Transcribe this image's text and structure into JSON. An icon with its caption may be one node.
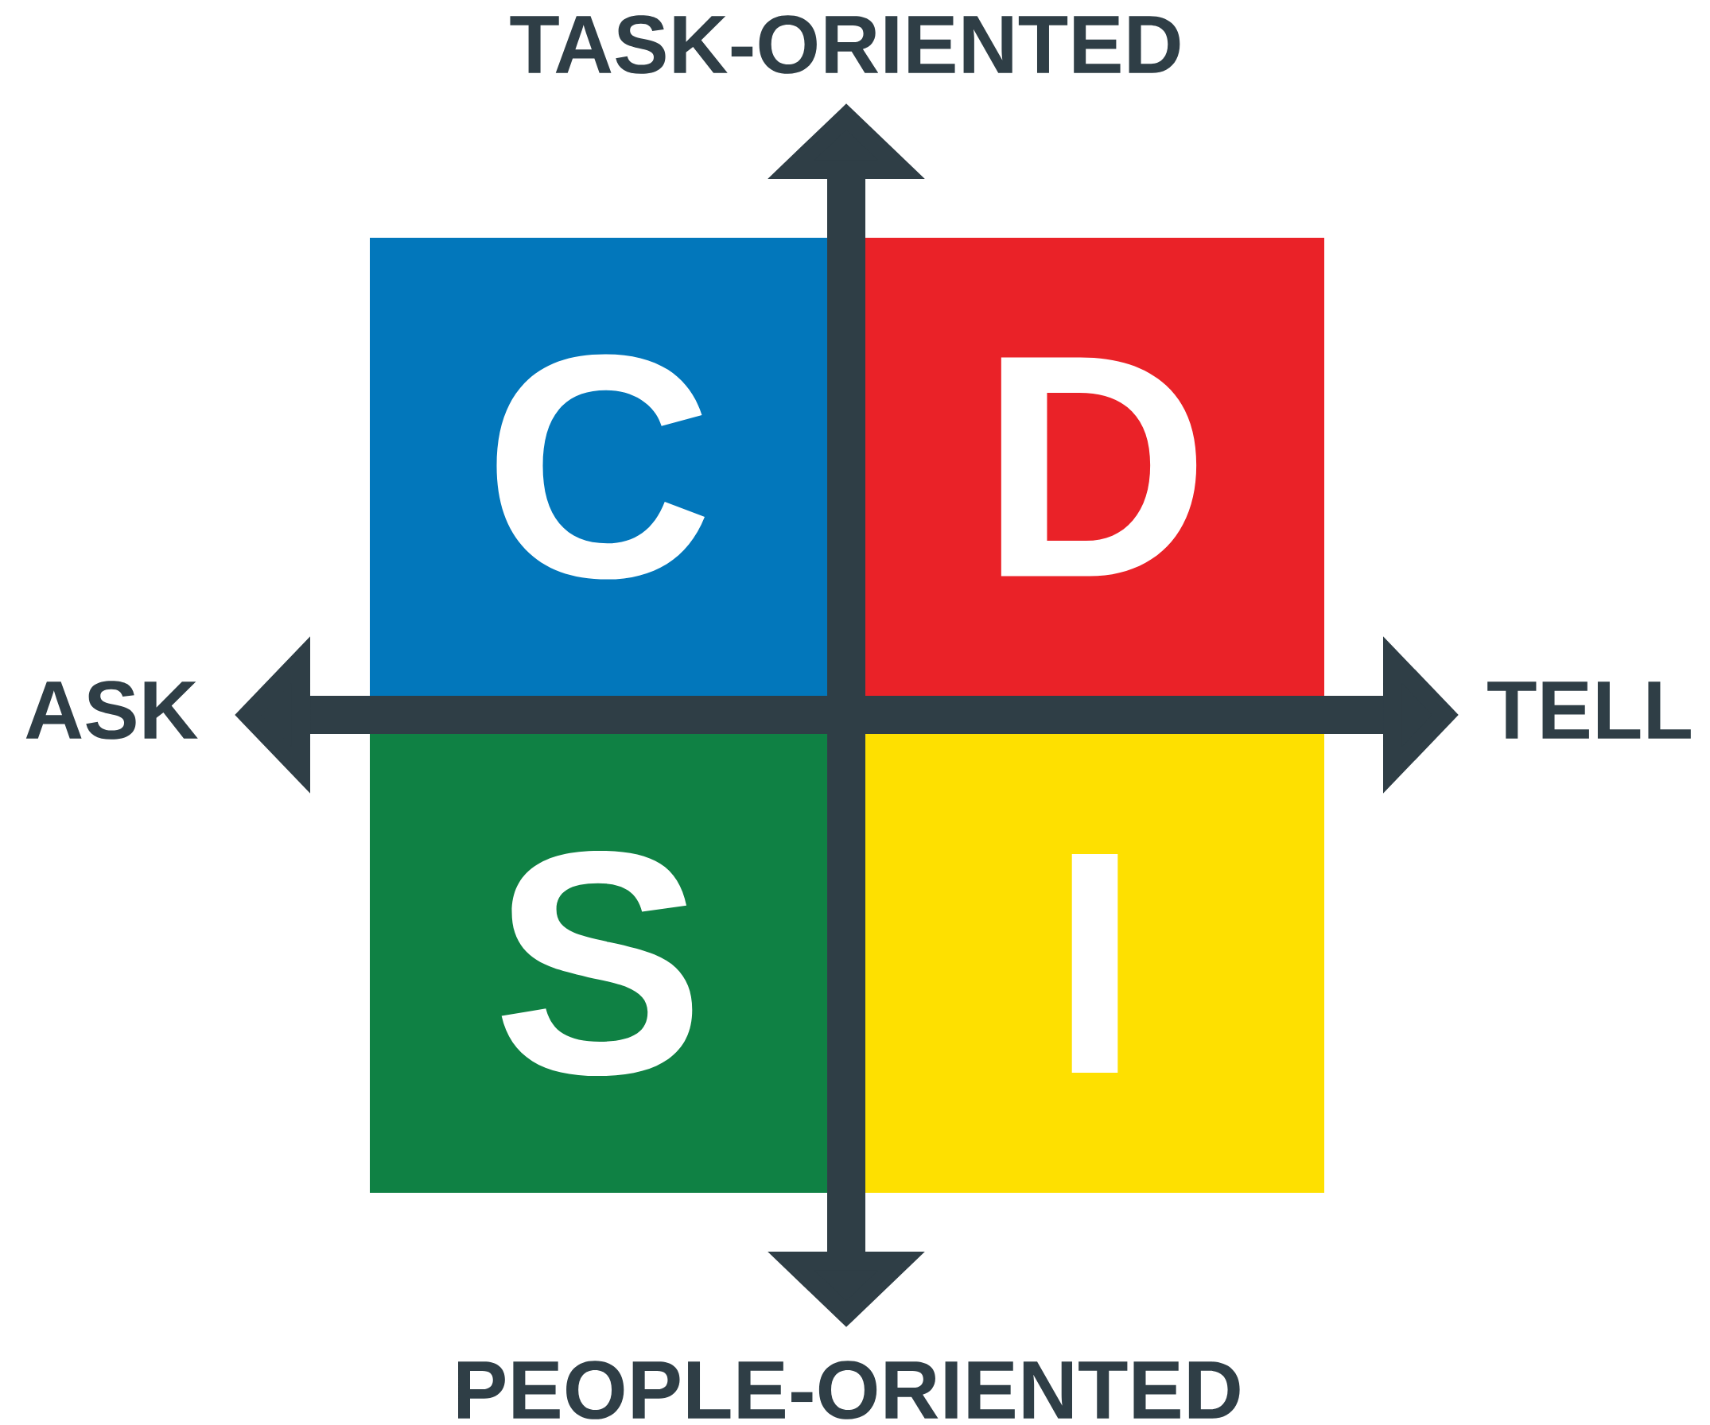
{
  "diagram": {
    "nodes": [
      {
        "text": [
          "C"
        ]
      },
      {
        "text": [
          "D"
        ]
      },
      {
        "text": [
          "S"
        ]
      },
      {
        "text": [
          "I"
        ]
      }
    ],
    "labels": [
      "TASK-ORIENTED",
      "ASK",
      "TELL",
      "PEOPLE-ORIENTED"
    ]
  }
}
